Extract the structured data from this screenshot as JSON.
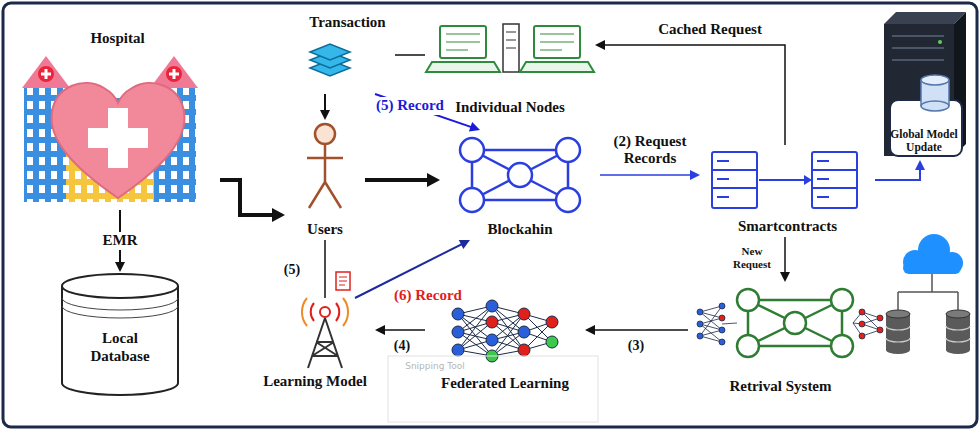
{
  "diagram": {
    "nodes": [
      {
        "text": [
          "Hospital"
        ]
      },
      {
        "text": [
          "Local Database"
        ]
      },
      {
        "text": [
          "Transaction"
        ]
      },
      {
        "text": [
          "Individual Nodes"
        ]
      },
      {
        "text": [
          "Users"
        ]
      },
      {
        "text": [
          "Blockahin"
        ]
      },
      {
        "text": [
          "Smartcontracts"
        ]
      },
      {
        "text": [
          "Global Model Update"
        ]
      },
      {
        "text": [
          "Retrival System"
        ]
      },
      {
        "text": [
          "Federated Learning"
        ]
      },
      {
        "text": [
          "Learning Model"
        ]
      }
    ],
    "edges": [
      {
        "from": 0,
        "to": 1,
        "arrow": "to",
        "label": "EMR"
      },
      {
        "from": 0,
        "to": 4,
        "arrow": "to"
      },
      {
        "from": 3,
        "to": 2,
        "arrow": "none"
      },
      {
        "from": 2,
        "to": 4,
        "arrow": "to"
      },
      {
        "from": 2,
        "to": 5,
        "arrow": "to",
        "label": "(5) Record"
      },
      {
        "from": 4,
        "to": 5,
        "arrow": "to"
      },
      {
        "from": 5,
        "to": 6,
        "arrow": "to",
        "label": "(2) Request Records"
      },
      {
        "from": 6,
        "to": 7,
        "arrow": "to"
      },
      {
        "from": 6,
        "to": 3,
        "arrow": "to"
      },
      {
        "from": 6,
        "to": 8,
        "arrow": "to",
        "label": "New Request"
      },
      {
        "from": 8,
        "to": 9,
        "arrow": "to",
        "label": "(3)"
      },
      {
        "from": 9,
        "to": 10,
        "arrow": "to",
        "label": "(4)"
      },
      {
        "from": 4,
        "to": 10,
        "arrow": "none",
        "label": "(5)"
      },
      {
        "from": 10,
        "to": 5,
        "arrow": "to",
        "label": "(6) Record"
      }
    ],
    "labels": [
      "Cached Request",
      "Snipping Tool"
    ]
  }
}
